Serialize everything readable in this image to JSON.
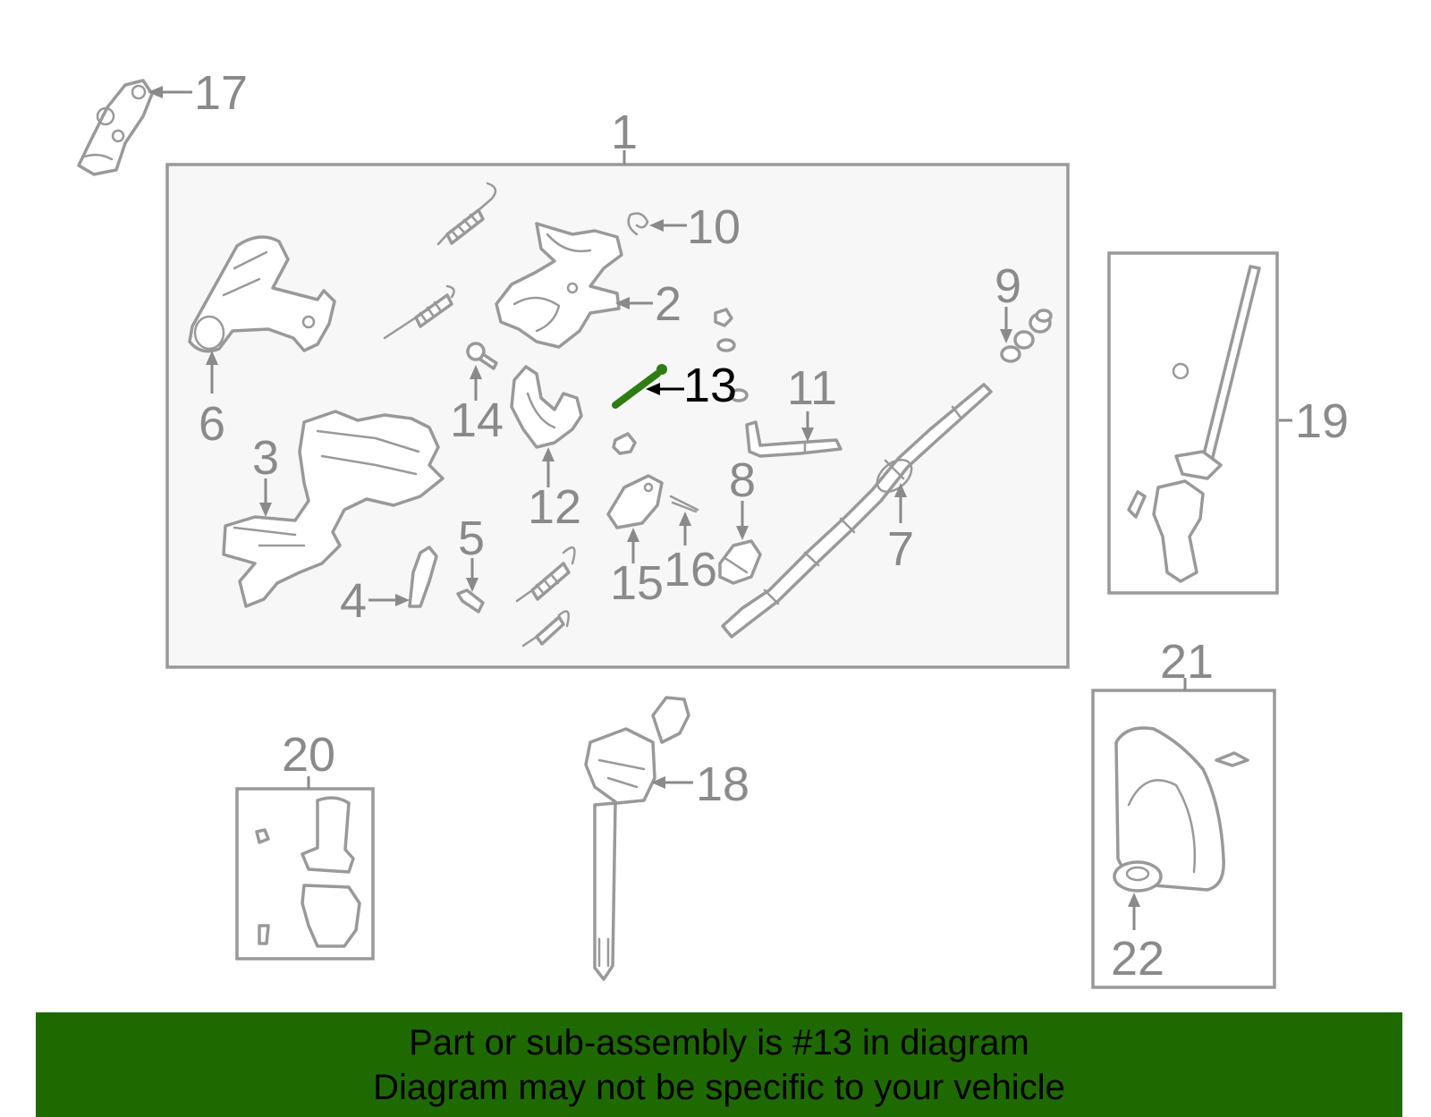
{
  "diagram": {
    "labels": {
      "l1": "1",
      "l2": "2",
      "l3": "3",
      "l4": "4",
      "l5": "5",
      "l6": "6",
      "l7": "7",
      "l8": "8",
      "l9": "9",
      "l10": "10",
      "l11": "11",
      "l12": "12",
      "l13": "13",
      "l14": "14",
      "l15": "15",
      "l16": "16",
      "l17": "17",
      "l18": "18",
      "l19": "19",
      "l20": "20",
      "l21": "21",
      "l22": "22"
    },
    "highlighted_part": "13",
    "colors": {
      "linework": "#999999",
      "label": "#8a8a8a",
      "highlight_part": "#2e7d12",
      "highlight_label": "#000000",
      "banner_bg": "#1e6a00"
    }
  },
  "banner": {
    "line1": "Part or sub-assembly is #13 in diagram",
    "line2": "Diagram may not be specific to your vehicle"
  }
}
